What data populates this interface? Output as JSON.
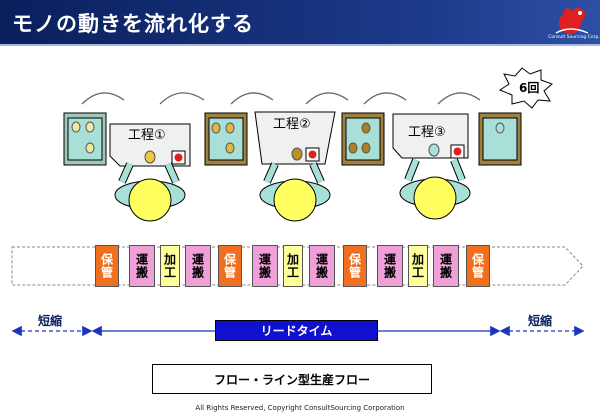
{
  "header": {
    "title": "モノの動きを流れ化する",
    "logo_text": "Consult Sourcing Corp."
  },
  "processes": [
    {
      "label": "工程①"
    },
    {
      "label": "工程②"
    },
    {
      "label": "工程③"
    }
  ],
  "burst": {
    "label": "6回"
  },
  "steps": [
    {
      "label": "保管",
      "type": "storage"
    },
    {
      "label": "運搬",
      "type": "transport"
    },
    {
      "label": "加工",
      "type": "process"
    },
    {
      "label": "運搬",
      "type": "transport"
    },
    {
      "label": "保管",
      "type": "storage"
    },
    {
      "label": "運搬",
      "type": "transport"
    },
    {
      "label": "加工",
      "type": "process"
    },
    {
      "label": "運搬",
      "type": "transport"
    },
    {
      "label": "保管",
      "type": "storage"
    },
    {
      "label": "運搬",
      "type": "transport"
    },
    {
      "label": "加工",
      "type": "process"
    },
    {
      "label": "運搬",
      "type": "transport"
    },
    {
      "label": "保管",
      "type": "storage"
    }
  ],
  "step_colors": {
    "storage": "#f07020",
    "transport": "#f0a0d8",
    "process": "#ffff99"
  },
  "timeline": {
    "short_left": "短縮",
    "lead_time": "リードタイム",
    "short_right": "短縮"
  },
  "flow_label": "フロー・ライン型生産フロー",
  "footer": "All Rights Reserved, Copyright   ConsultSourcing Corporation"
}
